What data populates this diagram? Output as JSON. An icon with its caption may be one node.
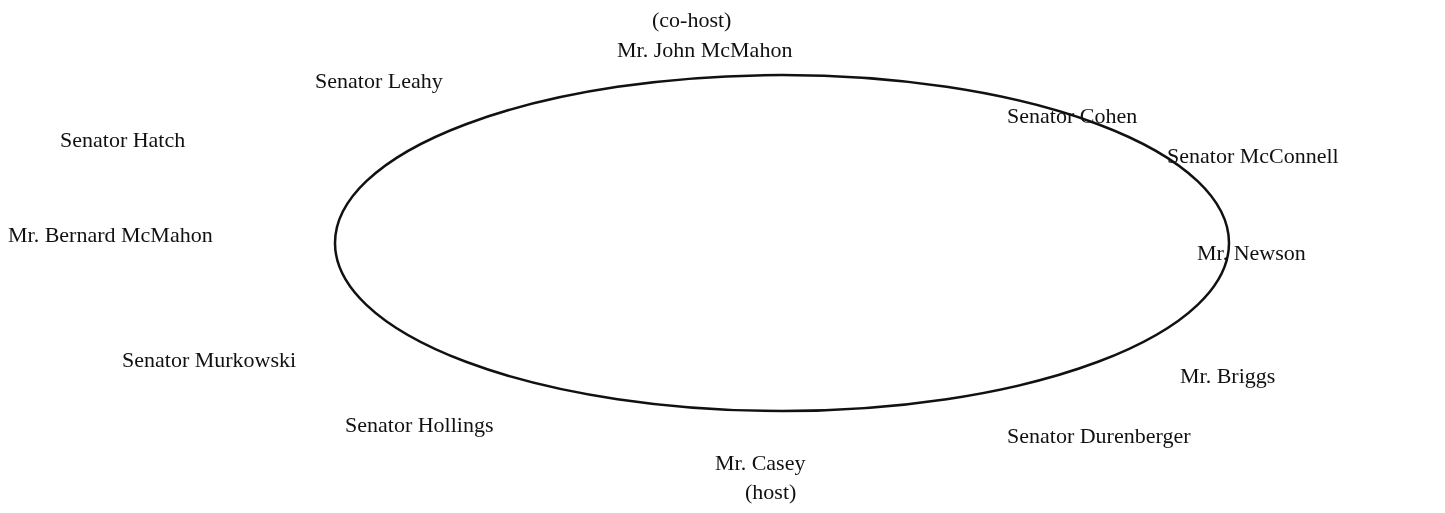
{
  "diagram": {
    "nodes": [
      {
        "text": [],
        "shape": "ellipse"
      }
    ],
    "labels": [
      "(co-host)",
      "Mr. John McMahon",
      "Senator Leahy",
      "Senator Cohen",
      "Senator Hatch",
      "Senator McConnell",
      "Mr. Bernard McMahon",
      "Mr. Newson",
      "Senator Murkowski",
      "Mr. Briggs",
      "Senator Hollings",
      "Senator Durenberger",
      "Mr. Casey",
      "(host)"
    ]
  }
}
